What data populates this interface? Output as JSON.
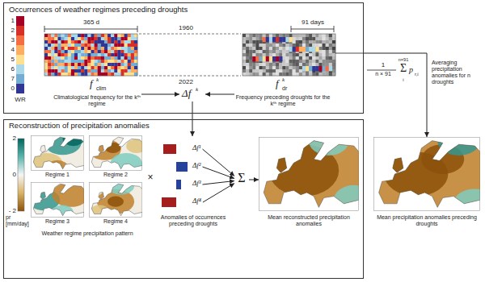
{
  "diagram": {
    "nodes": [
      {
        "text": [
          "Occurrences of weather regimes preceding droughts"
        ]
      },
      {
        "text": [
          "f",
          "k",
          "clim",
          "Climatological frequency for the kᵗʰ regime"
        ],
        "in": 0
      },
      {
        "text": [
          "Δf",
          "k"
        ],
        "in": 0
      },
      {
        "text": [
          "f",
          "k",
          "dr",
          "Frequency preceding droughts for the kᵗʰ regime"
        ],
        "in": 0
      },
      {
        "text": [
          "Reconstruction of precipitation anomalies"
        ]
      },
      {
        "text": [
          "Weather regime precipitation pattern"
        ],
        "in": 4
      },
      {
        "text": [
          "Regime 1"
        ],
        "in": 5
      },
      {
        "text": [
          "Regime 2"
        ],
        "in": 5
      },
      {
        "text": [
          "Regime 3"
        ],
        "in": 5
      },
      {
        "text": [
          "Regime 4"
        ],
        "in": 5
      },
      {
        "text": [
          "Anomalies of occurrences preceding droughts"
        ],
        "in": 4
      },
      {
        "text": [
          "Δf¹"
        ],
        "in": 10
      },
      {
        "text": [
          "Δf²"
        ],
        "in": 10
      },
      {
        "text": [
          "Δf³"
        ],
        "in": 10
      },
      {
        "text": [
          "Δf⁴"
        ],
        "in": 10
      },
      {
        "text": [
          "Σ"
        ],
        "in": 4
      },
      {
        "text": [
          "Mean reconstructed precipitation anomalies"
        ],
        "in": 4
      },
      {
        "text": [
          "Mean precipitation anomalies preceding droughts"
        ]
      }
    ],
    "edges": [
      {
        "from": 1,
        "to": 2,
        "arrow": "to"
      },
      {
        "from": 3,
        "to": 2,
        "arrow": "to"
      },
      {
        "from": 2,
        "to": 10,
        "arrow": "to"
      },
      {
        "from": 11,
        "to": 15,
        "arrow": "to"
      },
      {
        "from": 12,
        "to": 15,
        "arrow": "to"
      },
      {
        "from": 13,
        "to": 15,
        "arrow": "to"
      },
      {
        "from": 14,
        "to": 15,
        "arrow": "to"
      },
      {
        "from": 15,
        "to": 16,
        "arrow": "to"
      },
      {
        "from": 0,
        "to": 17,
        "arrow": "to"
      }
    ],
    "labels": [
      "1",
      "2",
      "3",
      "4",
      "5",
      "6",
      "7",
      "0",
      "WR",
      "365 d",
      "1960",
      "2022",
      "91 days",
      "1",
      "n × 91",
      "Σ",
      "n×91",
      "i",
      "p",
      "r,i",
      "Averaging precipitation anomalies for n droughts",
      "2",
      "0",
      "- 2",
      "pr [mm/day]",
      "×"
    ]
  }
}
